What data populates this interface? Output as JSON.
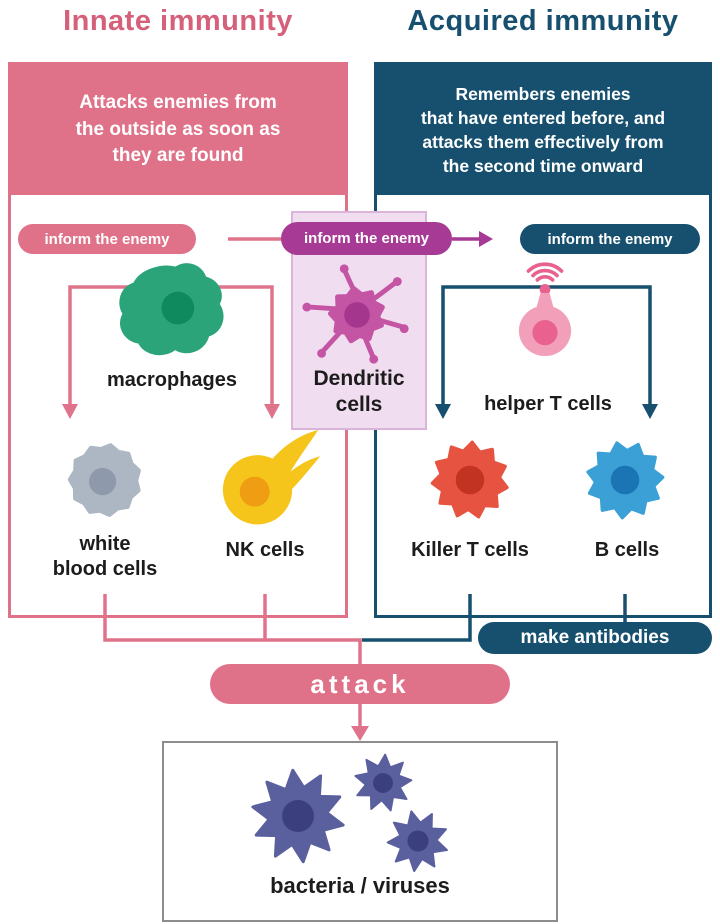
{
  "titles": {
    "innate": "Innate immunity",
    "acquired": "Acquired immunity"
  },
  "innate": {
    "header": "Attacks enemies from\nthe outside as soon as\nthey are found",
    "inform_pill": "inform the enemy",
    "macrophages_label": "macrophages",
    "white_blood_label": "white\nblood cells",
    "nk_label": "NK cells"
  },
  "acquired": {
    "header": "Remembers enemies\nthat have entered before, and\nattacks them effectively from\nthe second time onward",
    "inform_pill": "inform the enemy",
    "helper_label": "helper T cells",
    "killer_label": "Killer T cells",
    "b_label": "B cells",
    "make_antibodies": "make antibodies"
  },
  "dendritic": {
    "inform_pill": "inform the enemy",
    "label": "Dendritic\ncells"
  },
  "bottom": {
    "attack": "attack",
    "bacteria_label": "bacteria / viruses"
  },
  "colors": {
    "innate_pink": "#df7289",
    "acquired_navy": "#17506f",
    "dendritic_purple": "#a73a94",
    "macrophage_green": "#2ca47a",
    "nk_yellow": "#f6c51b",
    "killer_red": "#e65340",
    "bcell_blue": "#3aa0d6",
    "virus_indigo": "#5a5f9e"
  }
}
